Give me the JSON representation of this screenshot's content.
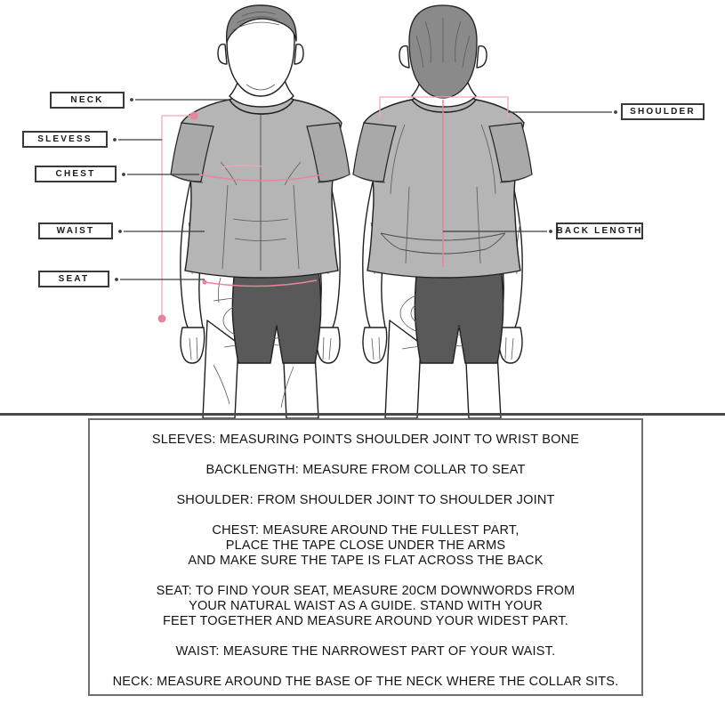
{
  "callouts": {
    "left": [
      {
        "id": "neck",
        "label": "NECK"
      },
      {
        "id": "sleves",
        "label": "SLEVESS"
      },
      {
        "id": "chest",
        "label": "CHEST"
      },
      {
        "id": "waist",
        "label": "WAIST"
      },
      {
        "id": "seat",
        "label": "SEAT"
      }
    ],
    "right": [
      {
        "id": "shoulder",
        "label": "SHOULDER"
      },
      {
        "id": "backlength",
        "label": "BACK LENGTH"
      }
    ]
  },
  "figures": {
    "front": {
      "name": "front-view-male-cyclist",
      "garment": "short-sleeve-jersey-and-bib-shorts"
    },
    "back": {
      "name": "back-view-male-cyclist",
      "garment": "short-sleeve-jersey-and-bib-shorts"
    }
  },
  "colors": {
    "jersey": "#b5b5b5",
    "jersey_shade": "#a3a3a3",
    "shorts": "#595959",
    "shorts_shade": "#4d4d4d",
    "hair": "#8a8a8a",
    "skin": "#ffffff",
    "outline": "#1f1f1f",
    "measure_pink": "#e8859b",
    "label_border": "#3a3a3a",
    "leader_line": "#3d3d3d",
    "panel_border": "#6e6e6e",
    "ground_line": "#4a4a4a"
  },
  "instructions": [
    {
      "id": "sleeves",
      "text": "SLEEVES: MEASURING POINTS SHOULDER JOINT TO WRIST BONE"
    },
    {
      "id": "backlength",
      "text": "BACKLENGTH: MEASURE FROM COLLAR TO SEAT"
    },
    {
      "id": "shoulder",
      "text": "SHOULDER: FROM SHOULDER JOINT TO SHOULDER JOINT"
    },
    {
      "id": "chest",
      "text": "CHEST: MEASURE AROUND THE FULLEST PART,\nPLACE THE TAPE CLOSE UNDER THE ARMS\nAND MAKE SURE THE TAPE IS FLAT ACROSS THE BACK"
    },
    {
      "id": "seat",
      "text": "SEAT: TO FIND YOUR SEAT, MEASURE 20CM DOWNWORDS FROM\nYOUR NATURAL WAIST AS A GUIDE. STAND WITH YOUR\nFEET TOGETHER AND MEASURE AROUND YOUR WIDEST PART."
    },
    {
      "id": "waist",
      "text": "WAIST: MEASURE THE NARROWEST PART OF YOUR WAIST."
    },
    {
      "id": "neck",
      "text": "NECK: MEASURE AROUND THE BASE OF THE NECK WHERE THE COLLAR SITS."
    }
  ]
}
